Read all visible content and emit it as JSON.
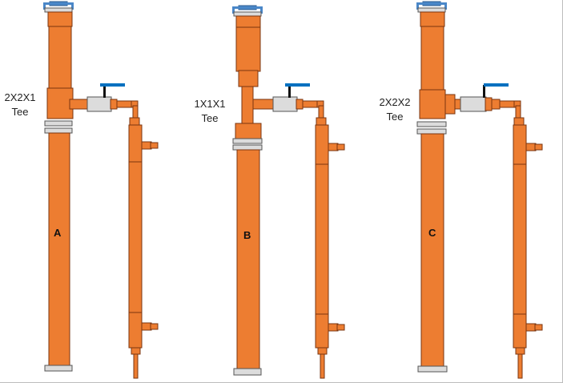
{
  "colors": {
    "copper": "#ed7d31",
    "copper_dark": "#8a3a10",
    "fitting_grey": "#d9d9d9",
    "handle_blue": "#0070c0",
    "tap_blue": "#4a87c8"
  },
  "columns": [
    {
      "tee_size": "2X2X1",
      "tee_word": "Tee",
      "letter": "A",
      "valve_handle_icon": "ball-valve-icon"
    },
    {
      "tee_size": "1X1X1",
      "tee_word": "Tee",
      "letter": "B",
      "valve_handle_icon": "ball-valve-icon"
    },
    {
      "tee_size": "2X2X2",
      "tee_word": "Tee",
      "letter": "C",
      "valve_handle_icon": "ball-valve-icon"
    }
  ]
}
